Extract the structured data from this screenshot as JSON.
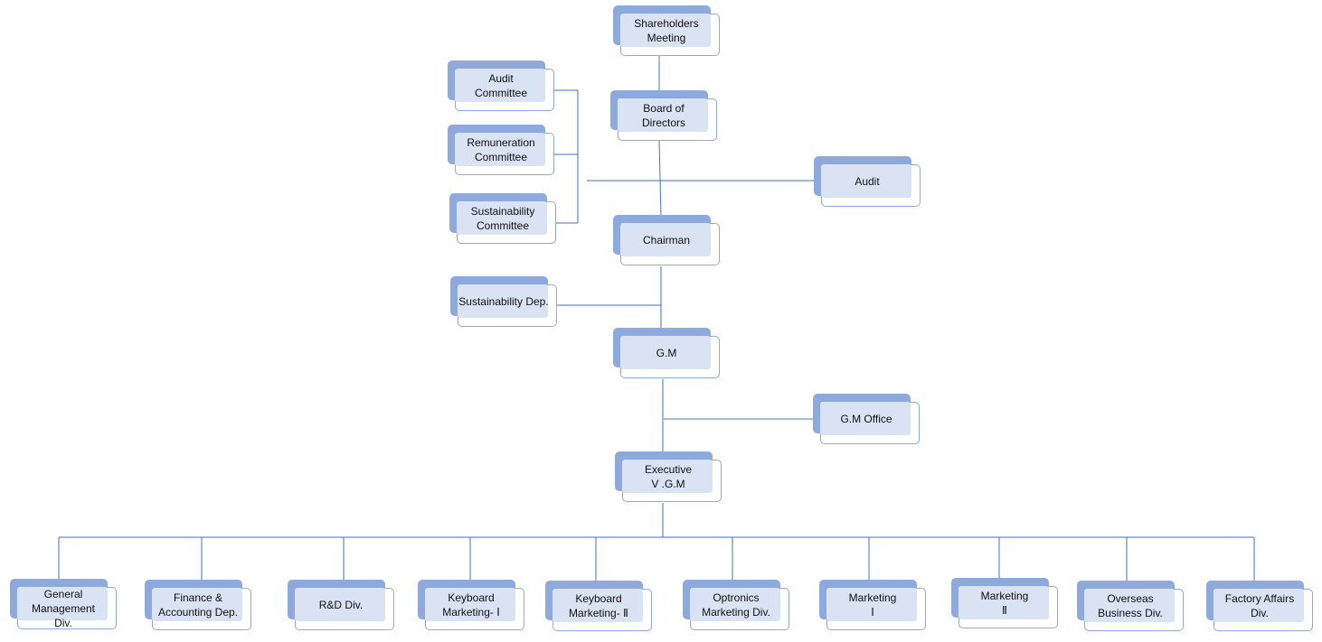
{
  "nodes": {
    "shareholders": "Shareholders\nMeeting",
    "audit_committee": "Audit\nCommittee",
    "board": "Board of\nDirectors",
    "remuneration": "Remuneration\nCommittee",
    "audit": "Audit",
    "sustainability_committee": "Sustainability\nCommittee",
    "chairman": "Chairman",
    "sustainability_dep": "Sustainability Dep.",
    "gm": "G.M",
    "gm_office": "G.M Office",
    "executive_vgm": "Executive\nV .G.M",
    "general_management": "General\nManagement\nDiv.",
    "finance": "Finance &\nAccounting Dep.",
    "rnd": "R&D Div.",
    "keyboard_marketing_1": "Keyboard\nMarketing- Ⅰ",
    "keyboard_marketing_2": "Keyboard\nMarketing- Ⅱ",
    "optronics": "Optronics\nMarketing Div.",
    "marketing_1": "Marketing\nⅠ",
    "marketing_2": "Marketing\nⅡ",
    "overseas": "Overseas\nBusiness Div.",
    "factory_affairs": "Factory Affairs\nDiv."
  },
  "colors": {
    "box_shadow": "#8ea9db",
    "box_fill": "#dae3f3",
    "connector": "#4472c4"
  }
}
